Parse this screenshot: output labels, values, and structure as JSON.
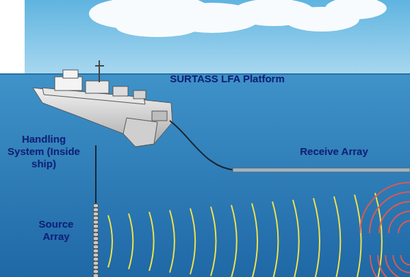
{
  "diagram": {
    "labels": [
      "SURTASS LFA Platform",
      "Handling System (Inside ship)",
      "Receive Array",
      "Source Array"
    ]
  }
}
